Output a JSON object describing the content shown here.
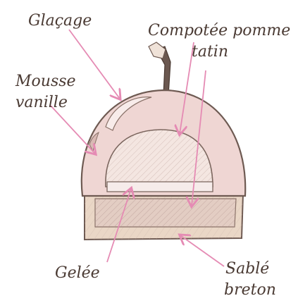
{
  "labels": {
    "glacage": "Glaçage",
    "compotee_line1": "Compotée pomme",
    "compotee_line2": "tatin",
    "mousse_line1": "Mousse",
    "mousse_line2": "vanille",
    "gelee": "Gelée",
    "sable_line1": "Sablé",
    "sable_line2": "breton"
  },
  "colors": {
    "arrow": "#e58bb4",
    "outline": "#6e5a52",
    "dome_fill": "#efd6d3",
    "layer_fill": "#e8d3cc",
    "base_fill": "#ead7c6",
    "stem": "#6b5850",
    "hatch": "#b79a94"
  }
}
